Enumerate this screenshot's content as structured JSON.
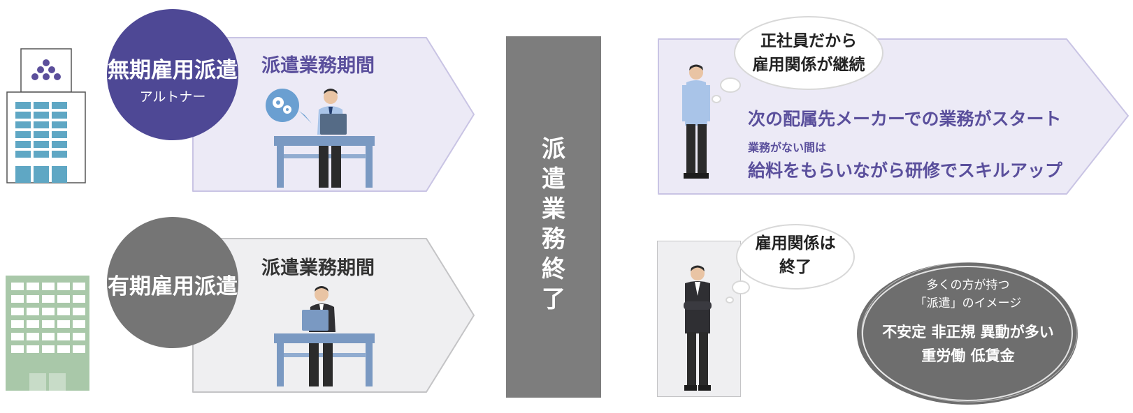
{
  "colors": {
    "purple": "#4e4895",
    "purple_text": "#5a4f9c",
    "gray_circle": "#757575",
    "lavender_panel": "#eceaf6",
    "gray_panel": "#efeff1",
    "end_bar": "#7d7d7d",
    "desk_blue": "#7a99c2"
  },
  "row_indefinite": {
    "circle_title": "無期雇用派遣",
    "circle_subtitle": "アルトナー",
    "period_label": "派遣業務期間"
  },
  "row_fixed": {
    "circle_title": "有期雇用派遣",
    "period_label": "派遣業務期間"
  },
  "end_bar": {
    "chars": [
      "派",
      "遣",
      "業",
      "務",
      "終",
      "了"
    ]
  },
  "outcome_indefinite": {
    "bubble_line1": "正社員だから",
    "bubble_line2": "雇用関係が継続",
    "line_main": "次の配属先メーカーでの業務がスタート",
    "line_small": "業務がない間は",
    "line_training": "給料をもらいながら研修でスキルアップ"
  },
  "outcome_fixed": {
    "bubble_line1": "雇用関係は",
    "bubble_line2": "終了",
    "image_line1": "多くの方が持つ",
    "image_line2": "「派遣」のイメージ",
    "image_line3": "不安定 非正規 異動が多い",
    "image_line4": "重労働 低賃金"
  },
  "icons": {
    "company_logo": "triangle-dots-logo-icon",
    "gear": "gear-icon"
  }
}
